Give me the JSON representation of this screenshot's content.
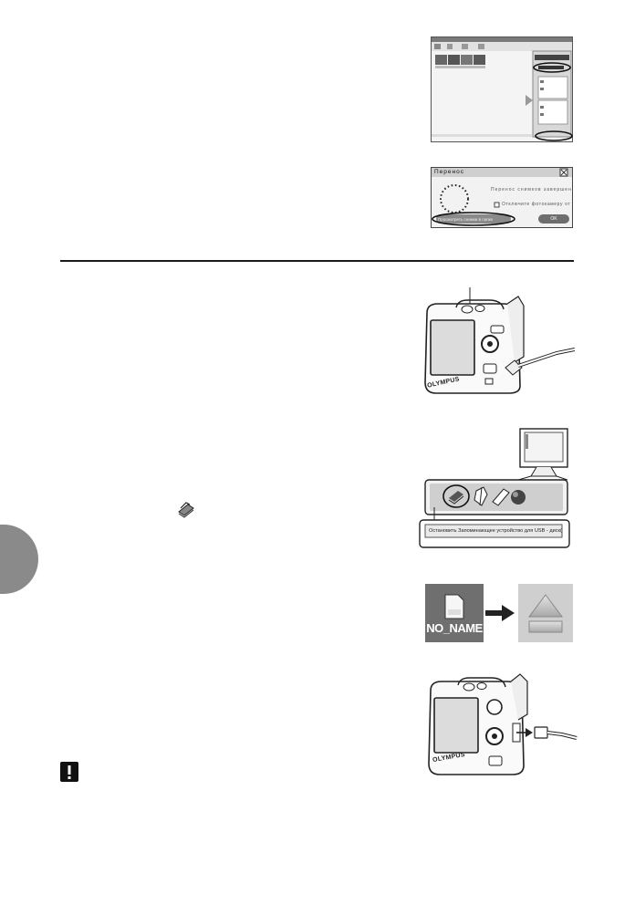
{
  "transfer_dialog": {
    "title": "Перенос",
    "message": "Перенос снимков завершен.",
    "checkbox_label": "Отключите фотокамеру от",
    "open_button": "Просмотреть снимки в папке",
    "ok_button": "OK"
  },
  "camera": {
    "brand": "OLYMPUS"
  },
  "tray": {
    "tooltip": "Остановить Запоминающее устройство для USB - диск(E:)"
  },
  "mac_volume": {
    "label": "NO_NAME"
  }
}
